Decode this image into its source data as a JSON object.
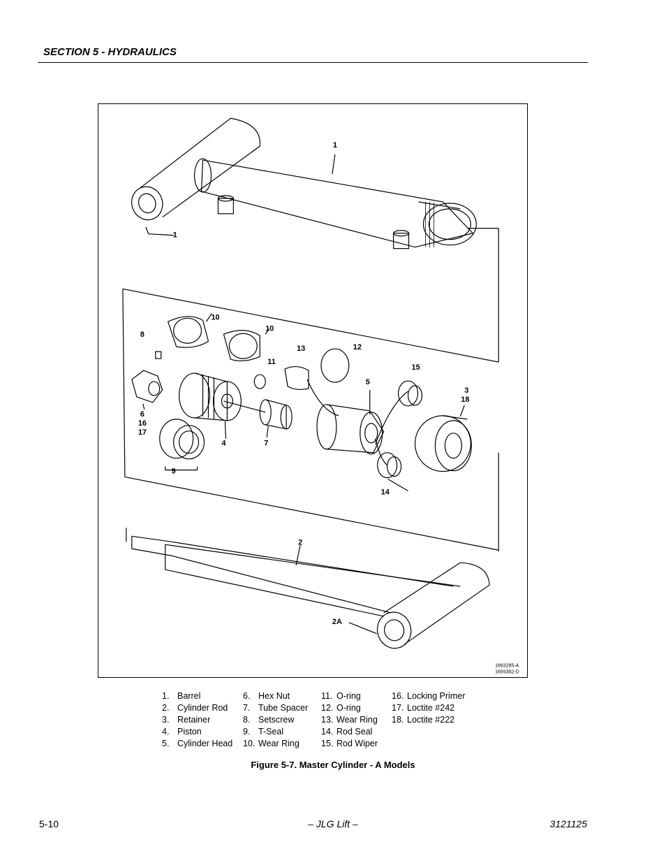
{
  "header": {
    "section_title": "SECTION 5 - HYDRAULICS"
  },
  "figure": {
    "callouts": [
      "1",
      "1",
      "10",
      "10",
      "8",
      "13",
      "12",
      "11",
      "5",
      "15",
      "3",
      "18",
      "6",
      "16",
      "17",
      "4",
      "7",
      "9",
      "14",
      "2",
      "2A"
    ],
    "codes": [
      "1663285-A",
      "1659392-D"
    ]
  },
  "legend": {
    "col1": [
      {
        "num": "1.",
        "label": "Barrel"
      },
      {
        "num": "2.",
        "label": "Cylinder Rod"
      },
      {
        "num": "3.",
        "label": "Retainer"
      },
      {
        "num": "4.",
        "label": "Piston"
      },
      {
        "num": "5.",
        "label": "Cylinder Head"
      }
    ],
    "col2": [
      {
        "num": "6.",
        "label": "Hex Nut"
      },
      {
        "num": "7.",
        "label": "Tube Spacer"
      },
      {
        "num": "8.",
        "label": "Setscrew"
      },
      {
        "num": "9.",
        "label": "T-Seal"
      },
      {
        "num": "10.",
        "label": "Wear Ring"
      }
    ],
    "col3": [
      {
        "num": "11.",
        "label": "O-ring"
      },
      {
        "num": "12.",
        "label": "O-ring"
      },
      {
        "num": "13.",
        "label": "Wear Ring"
      },
      {
        "num": "14.",
        "label": "Rod Seal"
      },
      {
        "num": "15.",
        "label": "Rod Wiper"
      }
    ],
    "col4": [
      {
        "num": "16.",
        "label": "Locking Primer"
      },
      {
        "num": "17.",
        "label": "Loctite #242"
      },
      {
        "num": "18.",
        "label": "Loctite #222"
      }
    ]
  },
  "caption": "Figure 5-7.  Master Cylinder - A Models",
  "footer": {
    "page": "5-10",
    "center": "– JLG Lift –",
    "doc_number": "3121125"
  }
}
